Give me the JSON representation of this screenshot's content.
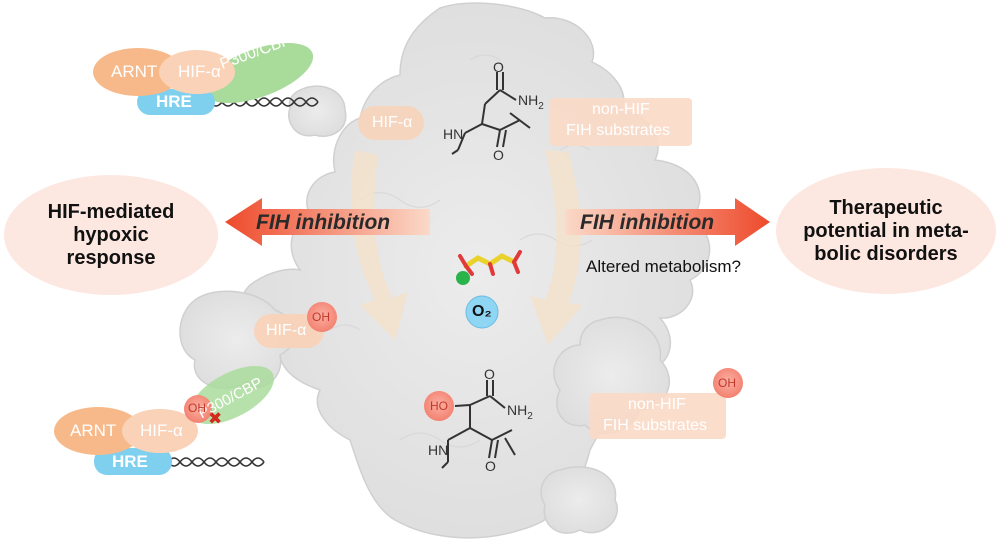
{
  "left_complex_top": {
    "arnt": "ARNT",
    "hif_alpha": "HIF-α",
    "p300_cbp": "P300/CBP",
    "hre": "HRE"
  },
  "left_complex_bottom": {
    "arnt": "ARNT",
    "hif_alpha": "HIF-α",
    "p300_cbp": "P300/CBP",
    "hre": "HRE",
    "oh": "OH",
    "block_mark": "✖"
  },
  "substrates": {
    "hif_alpha_top": "HIF-α",
    "hif_alpha_hydroxylated": "HIF-α",
    "hif_oh": "OH",
    "non_hif_top_line1": "non-HIF",
    "non_hif_top_line2": "FIH substrates",
    "non_hif_bottom_line1": "non-HIF",
    "non_hif_bottom_line2": "FIH substrates",
    "non_hif_oh": "OH"
  },
  "outcomes": {
    "left_line1": "HIF-mediated",
    "left_line2": "hypoxic",
    "left_line3": "response",
    "right_line1": "Therapeutic",
    "right_line2": "potential in meta-",
    "right_line3": "bolic disorders"
  },
  "arrows": {
    "left_label": "FIH inhibition",
    "right_label": "FIH inhibition"
  },
  "center": {
    "question": "Altered metabolism?",
    "oxygen": "O₂",
    "nh2_top": "NH",
    "nh2_top_sub": "2",
    "hn_top": "HN",
    "o_top_1": "O",
    "o_top_2": "O",
    "nh2_bottom": "NH",
    "nh2_bottom_sub": "2",
    "hn_bottom": "HN",
    "o_bottom_1": "O",
    "o_bottom_2": "O",
    "ho_bottom": "HO"
  },
  "colors": {
    "arnt": "#f7b98a",
    "hif": "#f9d2b8",
    "p300": "#a9dc9b",
    "hre": "#7fd0ee",
    "oh": "#f47a6a",
    "arrow": "#f0583a",
    "bubble": "#fde8e1",
    "oxygen": "#8fd6f4"
  }
}
